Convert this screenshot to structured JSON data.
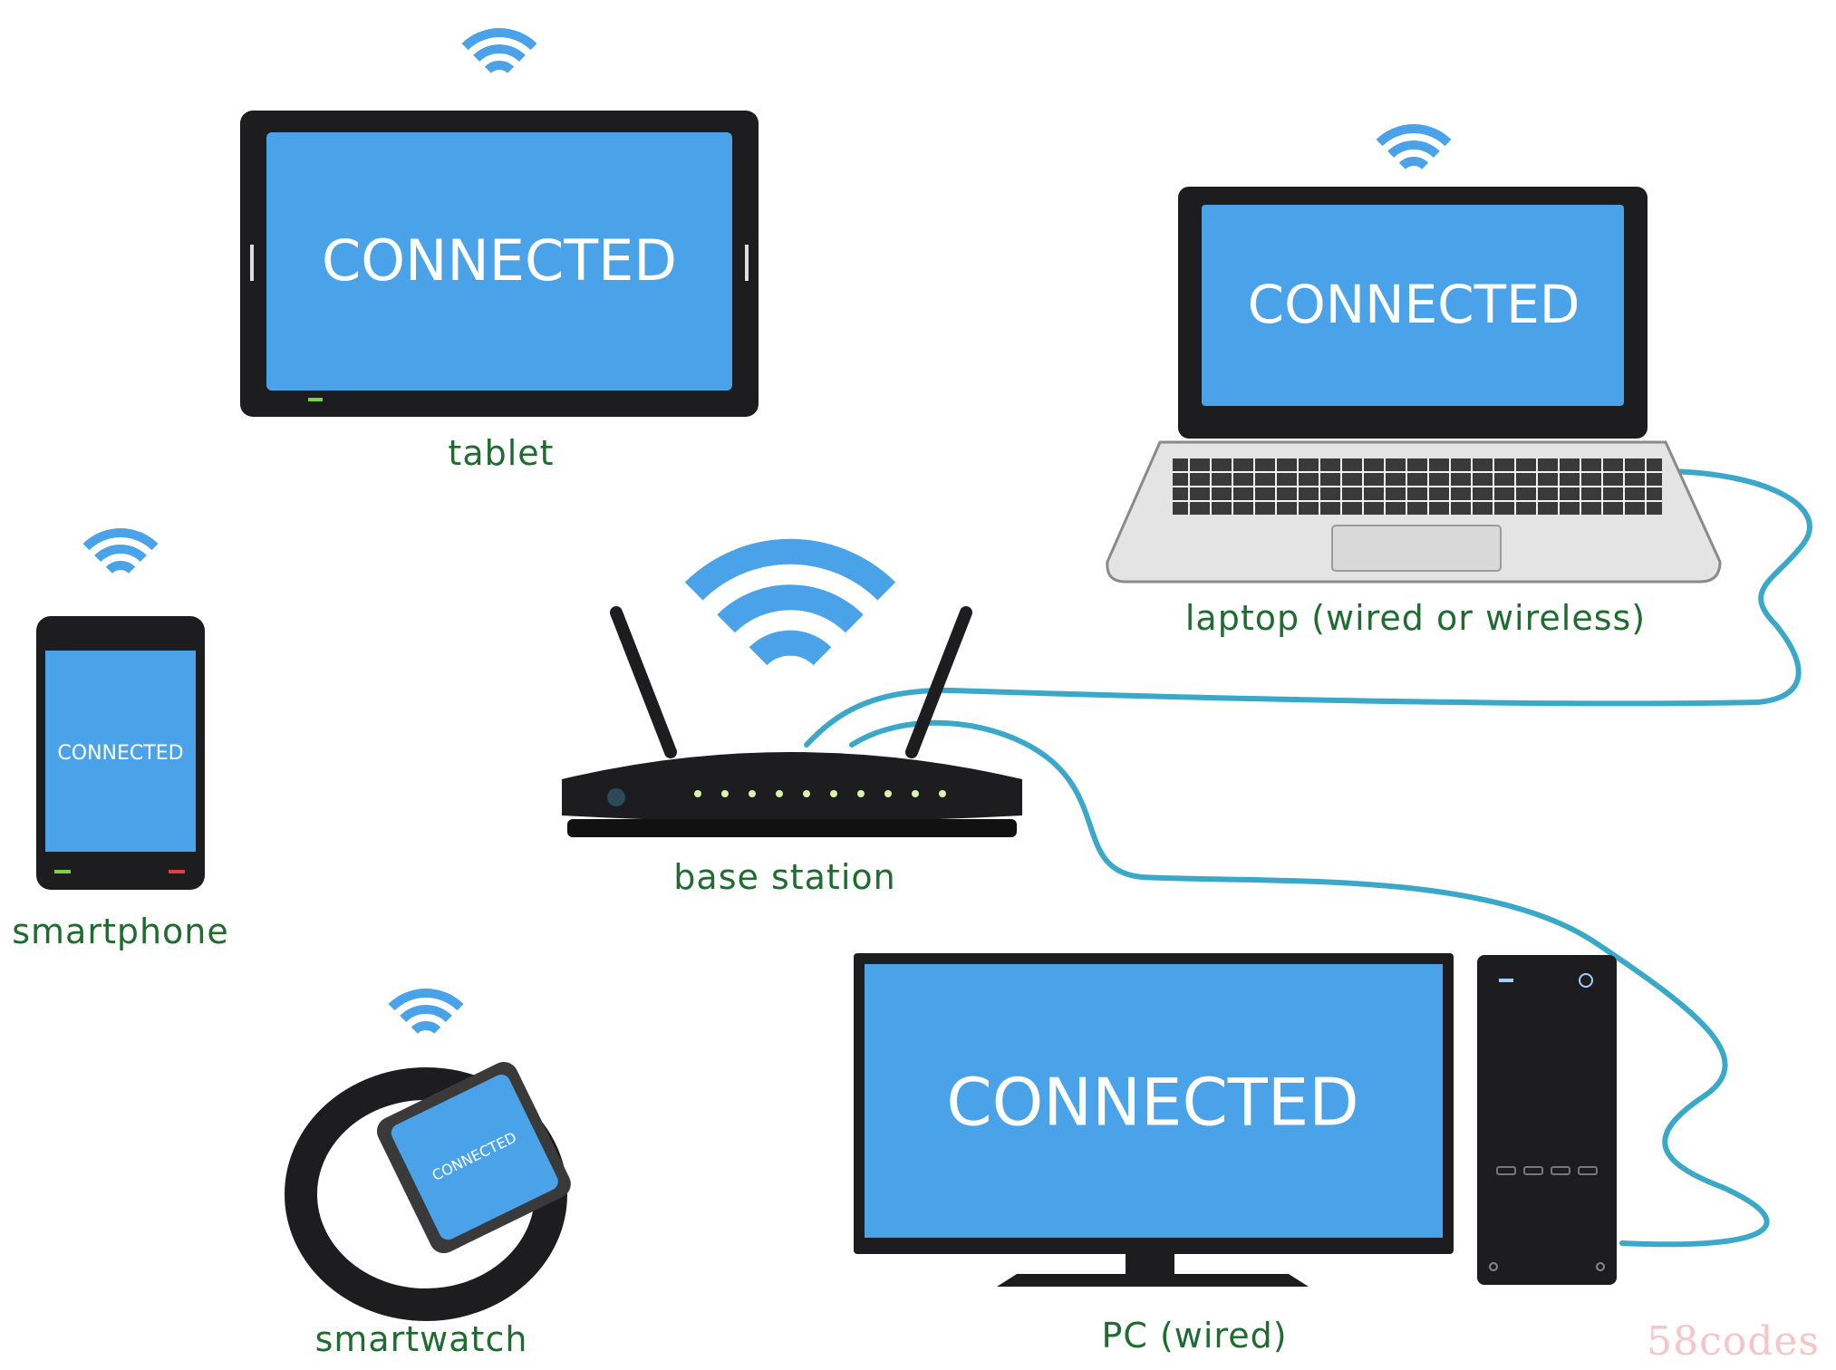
{
  "screen_text": "CONNECTED",
  "labels": {
    "tablet": "tablet",
    "laptop": "laptop (wired or wireless)",
    "smartphone": "smartphone",
    "base_station": "base station",
    "smartwatch": "smartwatch",
    "pc": "PC (wired)"
  },
  "watermark": "58codes",
  "colors": {
    "screen": "#4aa3e8",
    "device_body": "#1d1d1f",
    "wifi": "#4aa3e8",
    "cable": "#3aa9c9",
    "label": "#1f6b30"
  },
  "icons": [
    "wifi-icon",
    "tablet-icon",
    "laptop-icon",
    "smartphone-icon",
    "router-icon",
    "smartwatch-icon",
    "monitor-icon",
    "tower-icon"
  ]
}
